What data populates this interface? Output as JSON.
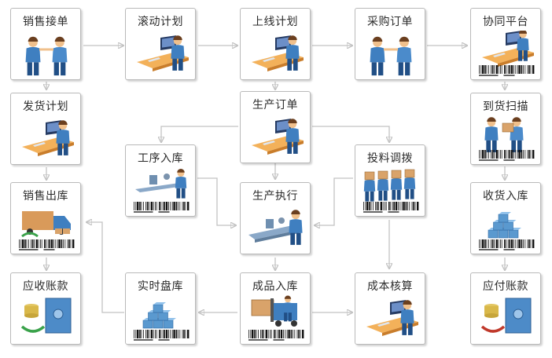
{
  "nodes": {
    "sales_order": {
      "label": "销售接单",
      "icon": "handshake-icon"
    },
    "rolling_plan": {
      "label": "滚动计划",
      "icon": "computer-worker-icon"
    },
    "online_plan": {
      "label": "上线计划",
      "icon": "computer-worker-icon"
    },
    "purchase_order": {
      "label": "采购订单",
      "icon": "handshake-icon"
    },
    "collab_platform": {
      "label": "协同平台",
      "icon": "computer-worker-barcode-icon"
    },
    "ship_plan": {
      "label": "发货计划",
      "icon": "computer-worker-icon"
    },
    "prod_order": {
      "label": "生产订单",
      "icon": "computer-worker-icon"
    },
    "arrival_scan": {
      "label": "到货扫描",
      "icon": "scanner-worker-barcode-icon"
    },
    "process_stock": {
      "label": "工序入库",
      "icon": "assembly-line-barcode-icon"
    },
    "material_alloc": {
      "label": "投料调拨",
      "icon": "workers-boxes-barcode-icon"
    },
    "sales_out": {
      "label": "销售出库",
      "icon": "truck-barcode-icon"
    },
    "prod_exec": {
      "label": "生产执行",
      "icon": "assembly-line-icon"
    },
    "receive_stock": {
      "label": "收货入库",
      "icon": "box-pyramid-barcode-icon"
    },
    "ar": {
      "label": "应收账款",
      "icon": "safe-coins-icon"
    },
    "stocktake": {
      "label": "实时盘库",
      "icon": "box-pyramid-barcode-icon"
    },
    "fg_stock": {
      "label": "成品入库",
      "icon": "forklift-barcode-icon"
    },
    "cost_calc": {
      "label": "成本核算",
      "icon": "computer-worker-icon"
    },
    "ap": {
      "label": "应付账款",
      "icon": "safe-coins-red-icon"
    }
  },
  "colors": {
    "border": "#b9b9b9",
    "connector": "#c2c2c2",
    "person_blue": "#3f7fc0",
    "person_dark": "#214f86",
    "skin": "#f0c08c",
    "box_blue": "#5a99cf",
    "crate_tan": "#d9a36a",
    "monitor": "#253a62"
  }
}
